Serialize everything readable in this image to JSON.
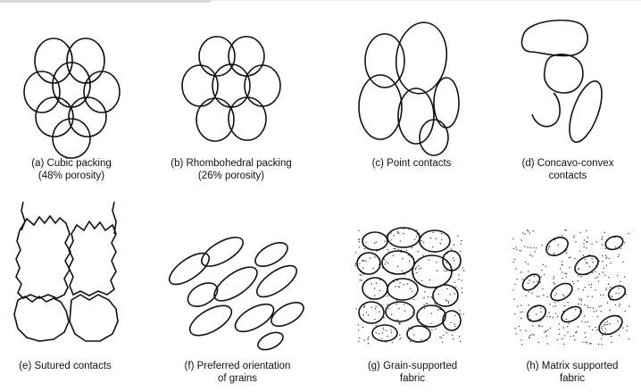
{
  "panels": [
    {
      "id": "a",
      "caption": [
        "(a) Cubic packing",
        "(48% porosity)"
      ]
    },
    {
      "id": "b",
      "caption": [
        "(b) Rhombohedral packing",
        "(26% porosity)"
      ]
    },
    {
      "id": "c",
      "caption": [
        "(c) Point contacts"
      ]
    },
    {
      "id": "d",
      "caption": [
        "(d) Concavo-convex",
        "contacts"
      ]
    },
    {
      "id": "e",
      "caption": [
        "(e) Sutured contacts"
      ]
    },
    {
      "id": "f",
      "caption": [
        "(f) Preferred orientation",
        "of grains"
      ]
    },
    {
      "id": "g",
      "caption": [
        "(g) Grain-supported",
        "fabric"
      ]
    },
    {
      "id": "h",
      "caption": [
        "(h) Matrix supported",
        "fabric"
      ]
    }
  ]
}
